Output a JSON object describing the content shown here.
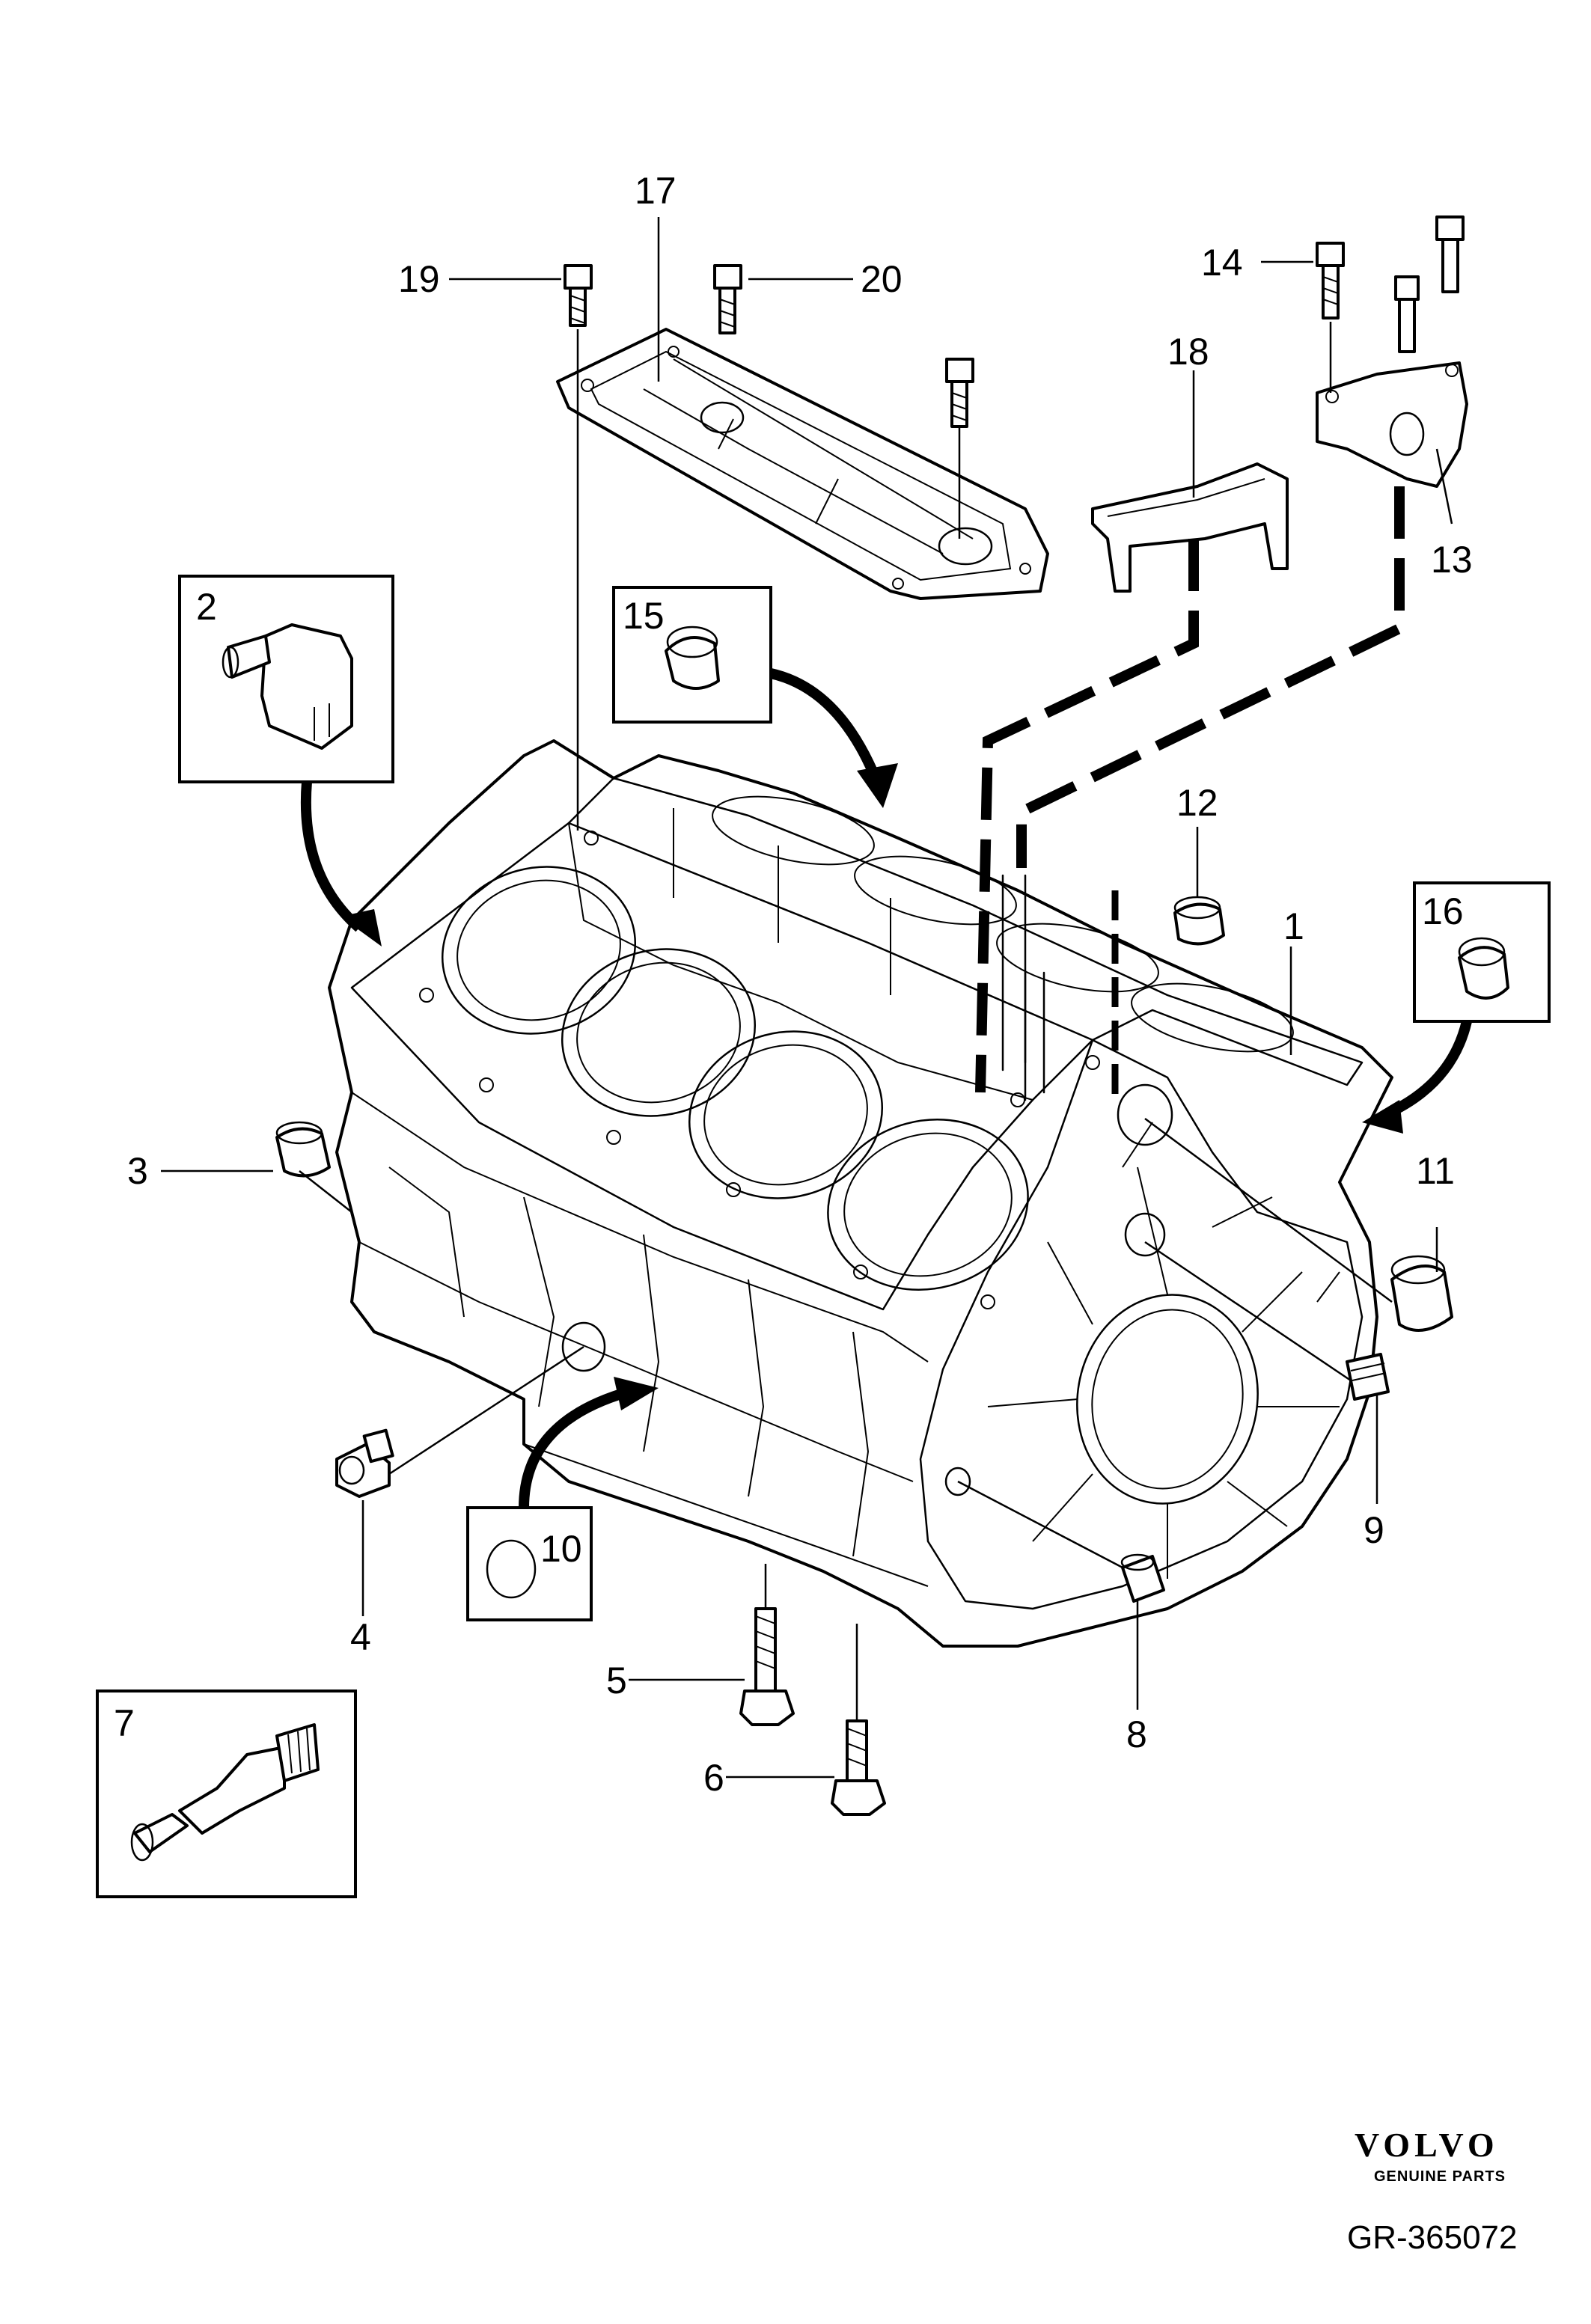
{
  "callouts": {
    "c1": "1",
    "c2": "2",
    "c3": "3",
    "c4": "4",
    "c5": "5",
    "c6": "6",
    "c7": "7",
    "c8": "8",
    "c9": "9",
    "c10": "10",
    "c11": "11",
    "c12": "12",
    "c13": "13",
    "c14": "14",
    "c15": "15",
    "c16": "16",
    "c17": "17",
    "c18": "18",
    "c19": "19",
    "c20": "20"
  },
  "brand": {
    "logo_text": "VOLVO",
    "logo_subtext": "GENUINE PARTS"
  },
  "drawing_code": "GR-365072"
}
